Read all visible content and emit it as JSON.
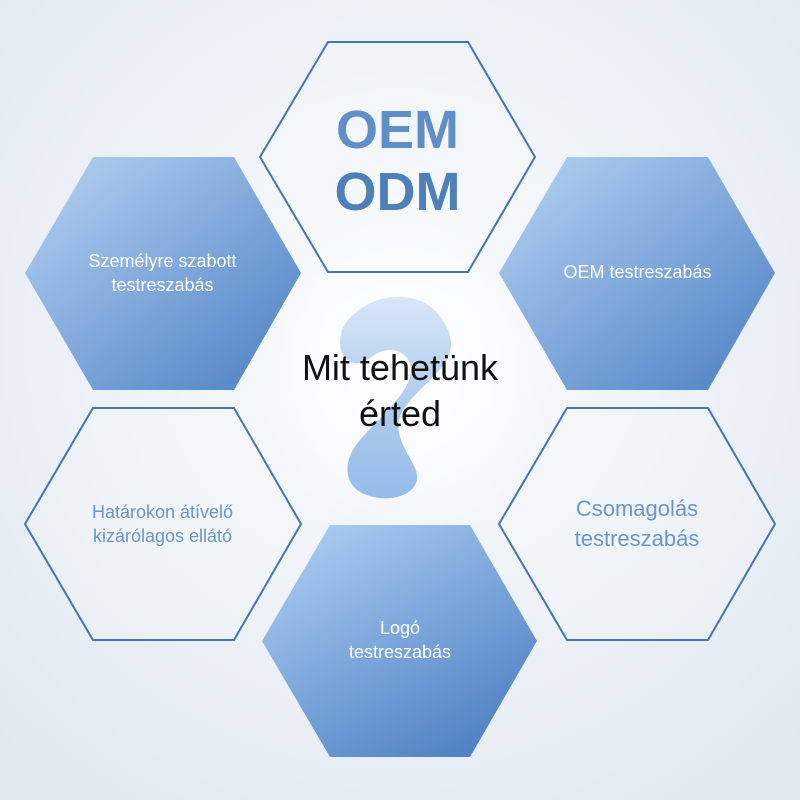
{
  "center": {
    "title": "Mit tehetünk\nérted"
  },
  "hexagons": {
    "top": {
      "line1": "OEM",
      "line2": "ODM"
    },
    "top_left": {
      "label": "Személyre szabott\ntestreszabás"
    },
    "top_right": {
      "label": "OEM testreszabás"
    },
    "bottom_left": {
      "label": "Határokon átívelő\nkizárólagos ellátó"
    },
    "bottom_right": {
      "label": "Csomagolás\ntestreszabás"
    },
    "bottom": {
      "label": "Logó\ntestreszabás"
    }
  },
  "colors": {
    "outline": "#4a72ab",
    "fill_light": "#a9c9ef",
    "fill_dark": "#4f83c6",
    "text_light": "#ffffff",
    "text_blue": "#6a96ca",
    "text_dark": "#111111"
  }
}
